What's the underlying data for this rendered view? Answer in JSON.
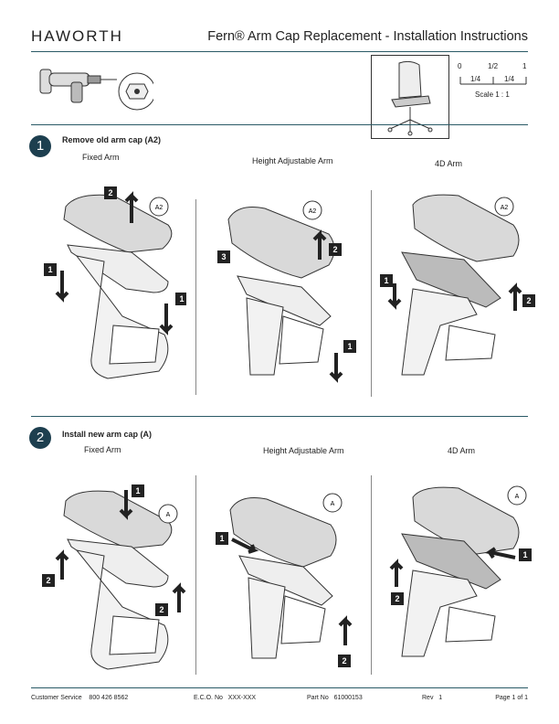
{
  "header": {
    "brand": "HAWORTH",
    "title": "Fern® Arm Cap Replacement - Installation Instructions"
  },
  "scale": {
    "ticks": [
      "0",
      "1/2",
      "1"
    ],
    "minor_ticks": [
      "1/4",
      "1/4"
    ],
    "label": "Scale 1 : 1"
  },
  "step1": {
    "number": "1",
    "title": "Remove old arm cap (A2)",
    "columns": [
      "Fixed Arm",
      "Height Adjustable Arm",
      "4D Arm"
    ],
    "part_label": "A2"
  },
  "step2": {
    "number": "2",
    "title": "Install new arm cap (A)",
    "columns": [
      "Fixed Arm",
      "Height Adjustable Arm",
      "4D Arm"
    ],
    "part_label": "A"
  },
  "callouts": {
    "one": "1",
    "two": "2",
    "three": "3"
  },
  "footer": {
    "customer_service": "Customer Service",
    "phone": "800 426 8562",
    "eco_label": "E.C.O. No",
    "eco_value": "XXX-XXX",
    "part_label": "Part No",
    "part_value": "61000153",
    "rev_label": "Rev",
    "rev_value": "1",
    "page": "Page 1 of 1"
  },
  "colors": {
    "accent": "#1d3f4f",
    "rule": "#2a5a66",
    "callout": "#222222"
  },
  "icons": [
    "drill-icon",
    "screw-icon",
    "chair-icon"
  ]
}
